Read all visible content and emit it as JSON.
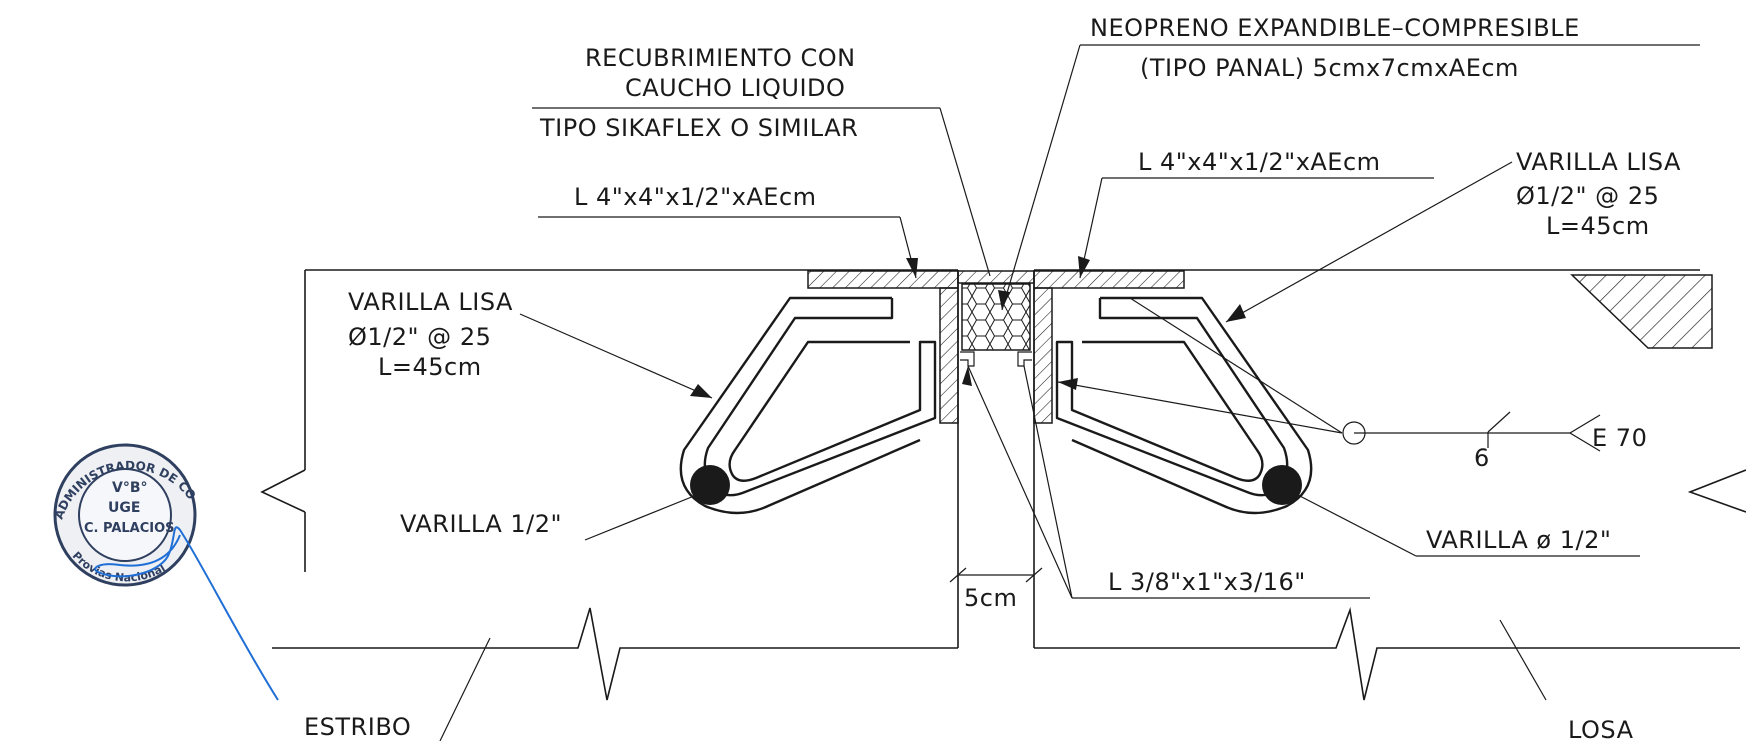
{
  "labels": {
    "neopreno_line1": "NEOPRENO EXPANDIBLE–COMPRESIBLE",
    "neopreno_line2": "(TIPO PANAL) 5cmx7cmxAEcm",
    "recubrimiento_line1": "RECUBRIMIENTO CON",
    "recubrimiento_line2": "CAUCHO LIQUIDO",
    "recubrimiento_line3": "TIPO SIKAFLEX O SIMILAR",
    "angle_left": "L 4\"x4\"x1/2\"xAEcm",
    "angle_right": "L 4\"x4\"x1/2\"xAEcm",
    "varilla_lisa_left_1": "VARILLA LISA",
    "varilla_lisa_left_2": "Ø1/2\" @ 25",
    "varilla_lisa_left_3": "L=45cm",
    "varilla_lisa_right_1": "VARILLA LISA",
    "varilla_lisa_right_2": "Ø1/2\" @ 25",
    "varilla_lisa_right_3": "L=45cm",
    "weld_size": "6",
    "weld_electrode": "E 70",
    "varilla_left": "VARILLA 1/2\"",
    "varilla_right": "VARILLA ø 1/2\"",
    "small_angle": "L 3/8\"x1\"x3/16\"",
    "gap_dim": "5cm",
    "estribo": "ESTRIBO",
    "losa": "LOSA"
  },
  "seal": {
    "ring_top": "ADMINISTRADOR DE CONTRATOS",
    "ring_bottom": "Provias Nacional",
    "line1": "V°B°",
    "line2": "UGE",
    "line3": "C. PALACIOS"
  },
  "colors": {
    "ink": "#1a1a1a",
    "seal_ink": "#2f3f5f",
    "signature": "#1f6fd6"
  }
}
